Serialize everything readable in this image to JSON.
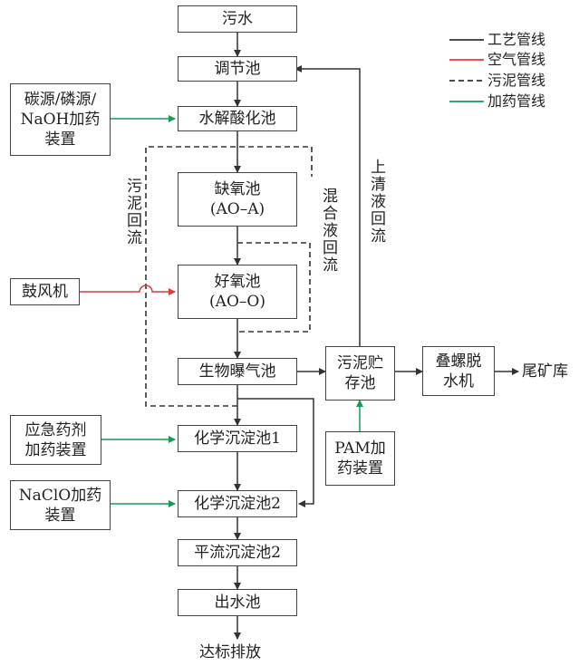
{
  "nodes": {
    "sewage": "污水",
    "regulating_tank": "调节池",
    "hydrolysis_tank": "水解酸化池",
    "anoxic_tank": [
      "缺氧池",
      "(AO–A)"
    ],
    "aerobic_tank": [
      "好氧池",
      "(AO–O)"
    ],
    "aeration_tank": "生物曝气池",
    "chem_settling_1": "化学沉淀池1",
    "chem_settling_2": "化学沉淀池2",
    "advection_settling_2": "平流沉淀池2",
    "outlet_tank": "出水池",
    "discharge": "达标排放",
    "carbon_dosing": [
      "碳源/磷源/",
      "NaOH加药",
      "装置"
    ],
    "blower": "鼓风机",
    "emergency_dosing": [
      "应急药剂",
      "加药装置"
    ],
    "naclo_dosing": [
      "NaClO加药",
      "装置"
    ],
    "sludge_storage": [
      "污泥贮",
      "存池"
    ],
    "pam_dosing": [
      "PAM加",
      "药装置"
    ],
    "screw_dewatering": [
      "叠螺脱",
      "水机"
    ],
    "tailings": "尾矿库"
  },
  "flow_labels": {
    "sludge_return": "污泥回流",
    "mixed_liquor_return": "混合液回流",
    "supernatant_return": "上清液回流"
  },
  "legend": [
    {
      "label": "工艺管线",
      "color": "#333333",
      "style": "solid"
    },
    {
      "label": "空气管线",
      "color": "#e03a3a",
      "style": "solid"
    },
    {
      "label": "污泥管线",
      "color": "#333333",
      "style": "dashed"
    },
    {
      "label": "加药管线",
      "color": "#1a9a55",
      "style": "solid"
    }
  ]
}
